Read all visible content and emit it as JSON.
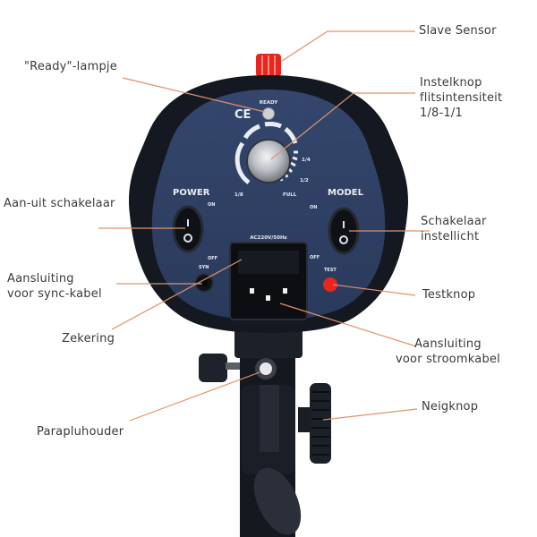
{
  "diagram": {
    "subject": "Studioflitser achterpaneel",
    "leader_color": "#e0936a",
    "panel_color": "#2e3f63",
    "housing_color": "#141821",
    "accent_red": "#e8261f"
  },
  "labels": {
    "slave_sensor": "Slave Sensor",
    "ready_lamp": "\"Ready\"-lampje",
    "intensity_knob": [
      "Instelknop",
      "flitsintensiteit",
      "1/8-1/1"
    ],
    "power_switch": "Aan-uit schakelaar",
    "model_switch": [
      "Schakelaar",
      "instellicht"
    ],
    "sync_socket": [
      "Aansluiting",
      "voor sync-kabel"
    ],
    "test_button": "Testknop",
    "fuse": "Zekering",
    "power_socket": [
      "Aansluiting",
      "voor stroomkabel"
    ],
    "umbrella_holder": "Parapluhouder",
    "tilt_knob": "Neigknop"
  },
  "panel": {
    "ready": "READY",
    "ce": "CE",
    "power": "POWER",
    "model": "MODEL",
    "on": "ON",
    "off": "OFF",
    "syn": "SYN",
    "test": "TEST",
    "ac": "AC220V/50Hz",
    "dial_min": "1/8",
    "dial_quarter": "1/4",
    "dial_half": "1/2",
    "dial_full": "FULL",
    "switch_on_glyph": "I",
    "switch_off_glyph": "O"
  }
}
